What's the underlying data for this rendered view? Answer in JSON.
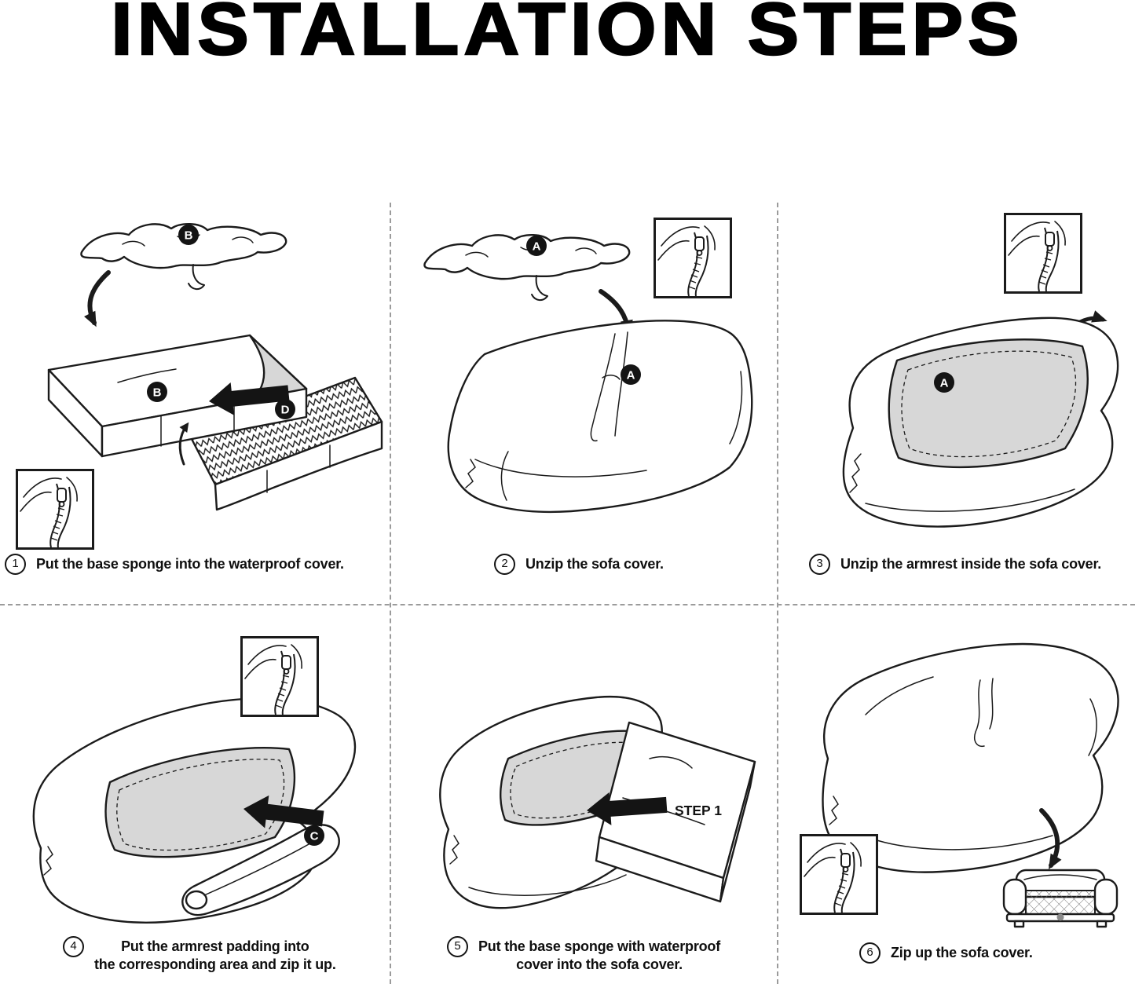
{
  "title": "INSTALLATION STEPS",
  "colors": {
    "line": "#1b1b1b",
    "panel_gray": "#d7d7d7",
    "badge_bg": "#141414"
  },
  "badges": {
    "step1_cover": "B",
    "step1_cushion": "B",
    "step1_arrow": "D",
    "step2_cover": "A",
    "step2_opening": "A",
    "step3_panel": "A",
    "step4_arrow": "C"
  },
  "step5_arrow_label": "STEP 1",
  "steps": [
    {
      "num": "1",
      "caption": "Put the base sponge into the waterproof cover."
    },
    {
      "num": "2",
      "caption": "Unzip the sofa cover."
    },
    {
      "num": "3",
      "caption": "Unzip the armrest inside the sofa cover."
    },
    {
      "num": "4",
      "caption": "Put the armrest padding into\nthe corresponding area and zip it up."
    },
    {
      "num": "5",
      "caption": "Put the base sponge with waterproof\ncover into the sofa cover."
    },
    {
      "num": "6",
      "caption": "Zip up the sofa cover."
    }
  ]
}
